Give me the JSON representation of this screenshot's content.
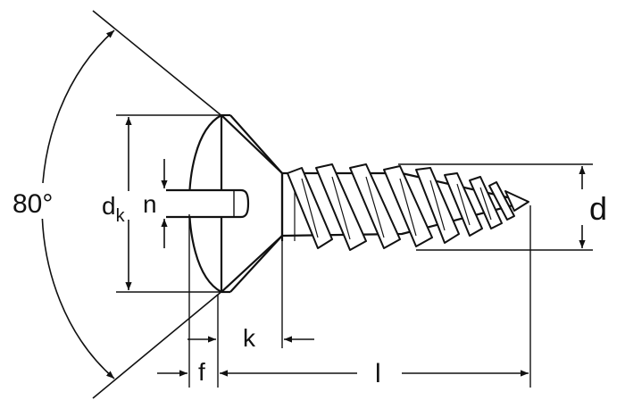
{
  "diagram": {
    "angle_label": "80°",
    "head_diameter_label": "d",
    "head_diameter_sub": "k",
    "slot_width_label": "n",
    "head_height_label": "k",
    "raised_height_label": "f",
    "length_label": "l",
    "thread_diameter_label": "d"
  },
  "colors": {
    "stroke": "#111111",
    "background": "#ffffff"
  }
}
